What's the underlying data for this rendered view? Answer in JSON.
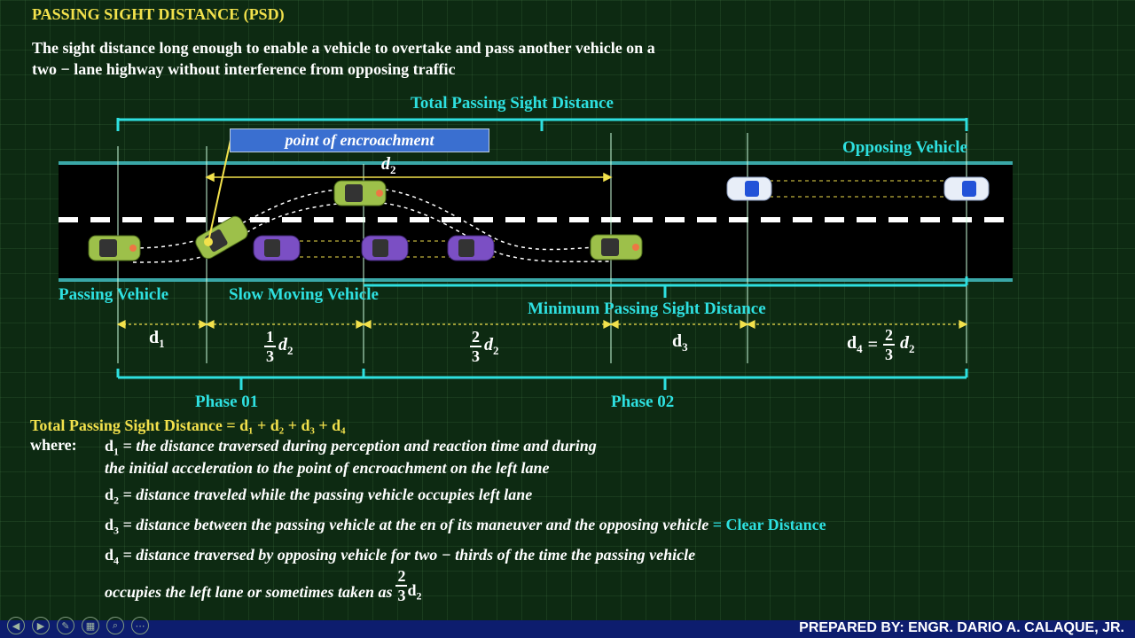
{
  "title": "PASSING SIGHT DISTANCE (PSD)",
  "definition_line1": "The sight distance long enough to enable a vehicle to overtake and pass another vehicle on a",
  "definition_line2": "two − lane highway without interference from opposing traffic",
  "diagram": {
    "total_label": "Total Passing Sight Distance",
    "encroachment_label": "point of encroachment",
    "d2_top": "d",
    "d2_top_sub": "2",
    "opposing_vehicle": "Opposing Vehicle",
    "passing_vehicle": "Passing Vehicle",
    "slow_vehicle": "Slow Moving Vehicle",
    "minimum_label": "Minimum Passing Sight Distance",
    "phase1": "Phase 01",
    "phase2": "Phase 02",
    "d1": "d",
    "frac_num": "1",
    "frac_num2": "2",
    "frac_den": "3",
    "d3": "d",
    "d4_eq": "d",
    "equals": "="
  },
  "formula": {
    "label": "Total Passing Sight Distance",
    "rhs": "= d₁ + d₂ + d₃ + d₄"
  },
  "where": "where:",
  "definitions": {
    "d1_a": "= the distance traversed during perception and reaction time and during",
    "d1_b": "the initial acceleration to the point of encroachment on the left lane",
    "d2": "= distance traveled while the passing vehicle occupies left lane",
    "d3": "= distance between the passing vehicle at the en of its maneuver and the opposing vehicle",
    "d3_eq": "=",
    "d3_clear": "Clear Distance",
    "d4_a": "= distance traversed by opposing vehicle for two − thirds of the time the passing vehicle",
    "d4_b": "occupies the left lane or sometimes taken as"
  },
  "footer": "PREPARED BY: ENGR. DARIO A. CALAQUE, JR.",
  "colors": {
    "background": "#0d2a12",
    "accent_cyan": "#2ee0e0",
    "title_yellow": "#f2e14c",
    "road": "#000000",
    "encroachment_box": "#3a6fd0",
    "footer_bar": "#0d1d6e"
  }
}
